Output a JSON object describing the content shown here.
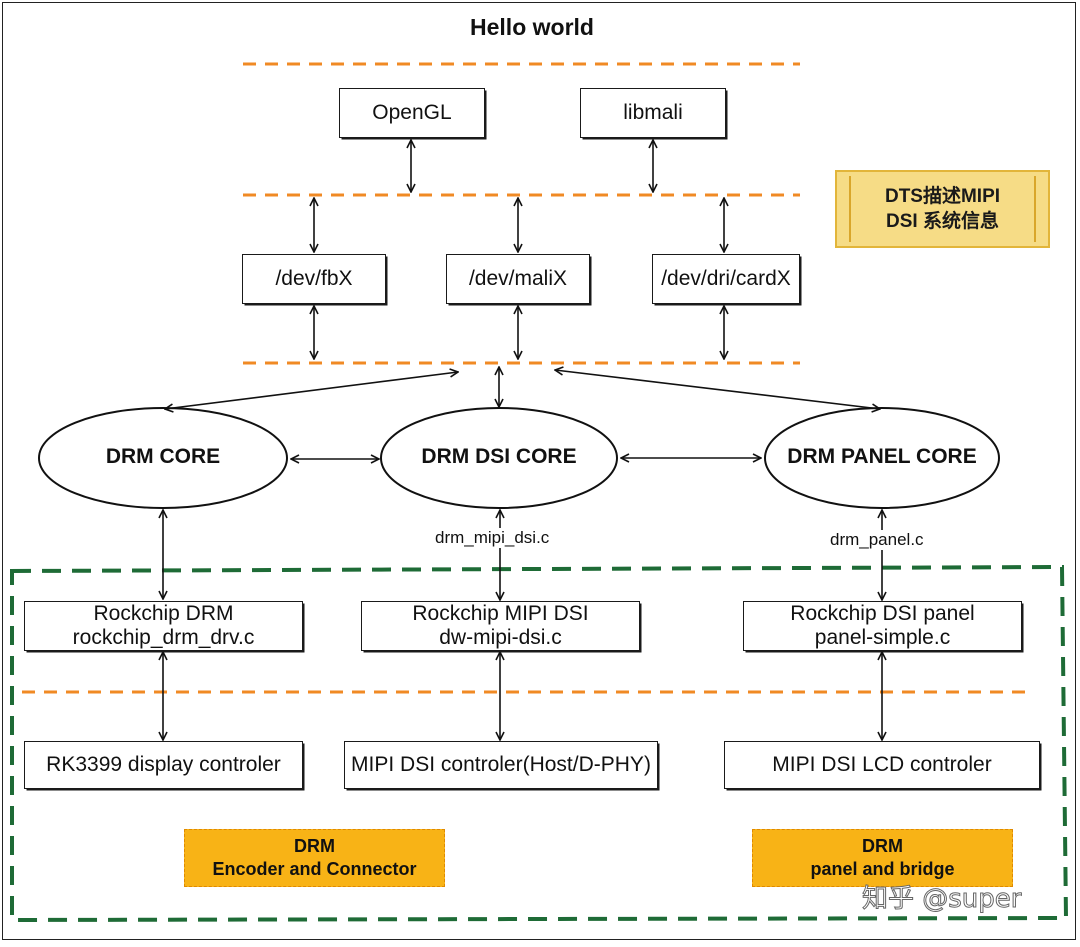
{
  "title": "Hello world",
  "layer1": {
    "opengl": "OpenGL",
    "libmali": "libmali"
  },
  "layer2": {
    "fb": "/dev/fbX",
    "mali": "/dev/maliX",
    "dri": "/dev/dri/cardX"
  },
  "cores": {
    "drm": "DRM CORE",
    "dsi": "DRM DSI CORE",
    "panel": "DRM PANEL CORE"
  },
  "files": {
    "mipi_dsi": "drm_mipi_dsi.c",
    "panel": "drm_panel.c"
  },
  "drivers": {
    "drm_line1": "Rockchip DRM",
    "drm_line2": "rockchip_drm_drv.c",
    "dsi_line1": "Rockchip MIPI DSI",
    "dsi_line2": "dw-mipi-dsi.c",
    "panel_line1": "Rockchip DSI panel",
    "panel_line2": "panel-simple.c"
  },
  "hardware": {
    "display": "RK3399 display controler",
    "mipi": "MIPI DSI controler(Host/D-PHY)",
    "lcd": "MIPI DSI LCD controler"
  },
  "dts": {
    "line1": "DTS描述MIPI",
    "line2": "DSI 系统信息"
  },
  "labels": {
    "encoder_line1": "DRM",
    "encoder_line2": "Encoder and Connector",
    "bridge_line1": "DRM",
    "bridge_line2": "panel and bridge"
  },
  "watermark": "知乎 @super",
  "colors": {
    "divider": "#f08a24",
    "region": "#1e6b36",
    "label_fill": "#f8b316",
    "dts_fill": "#f6dc86"
  }
}
